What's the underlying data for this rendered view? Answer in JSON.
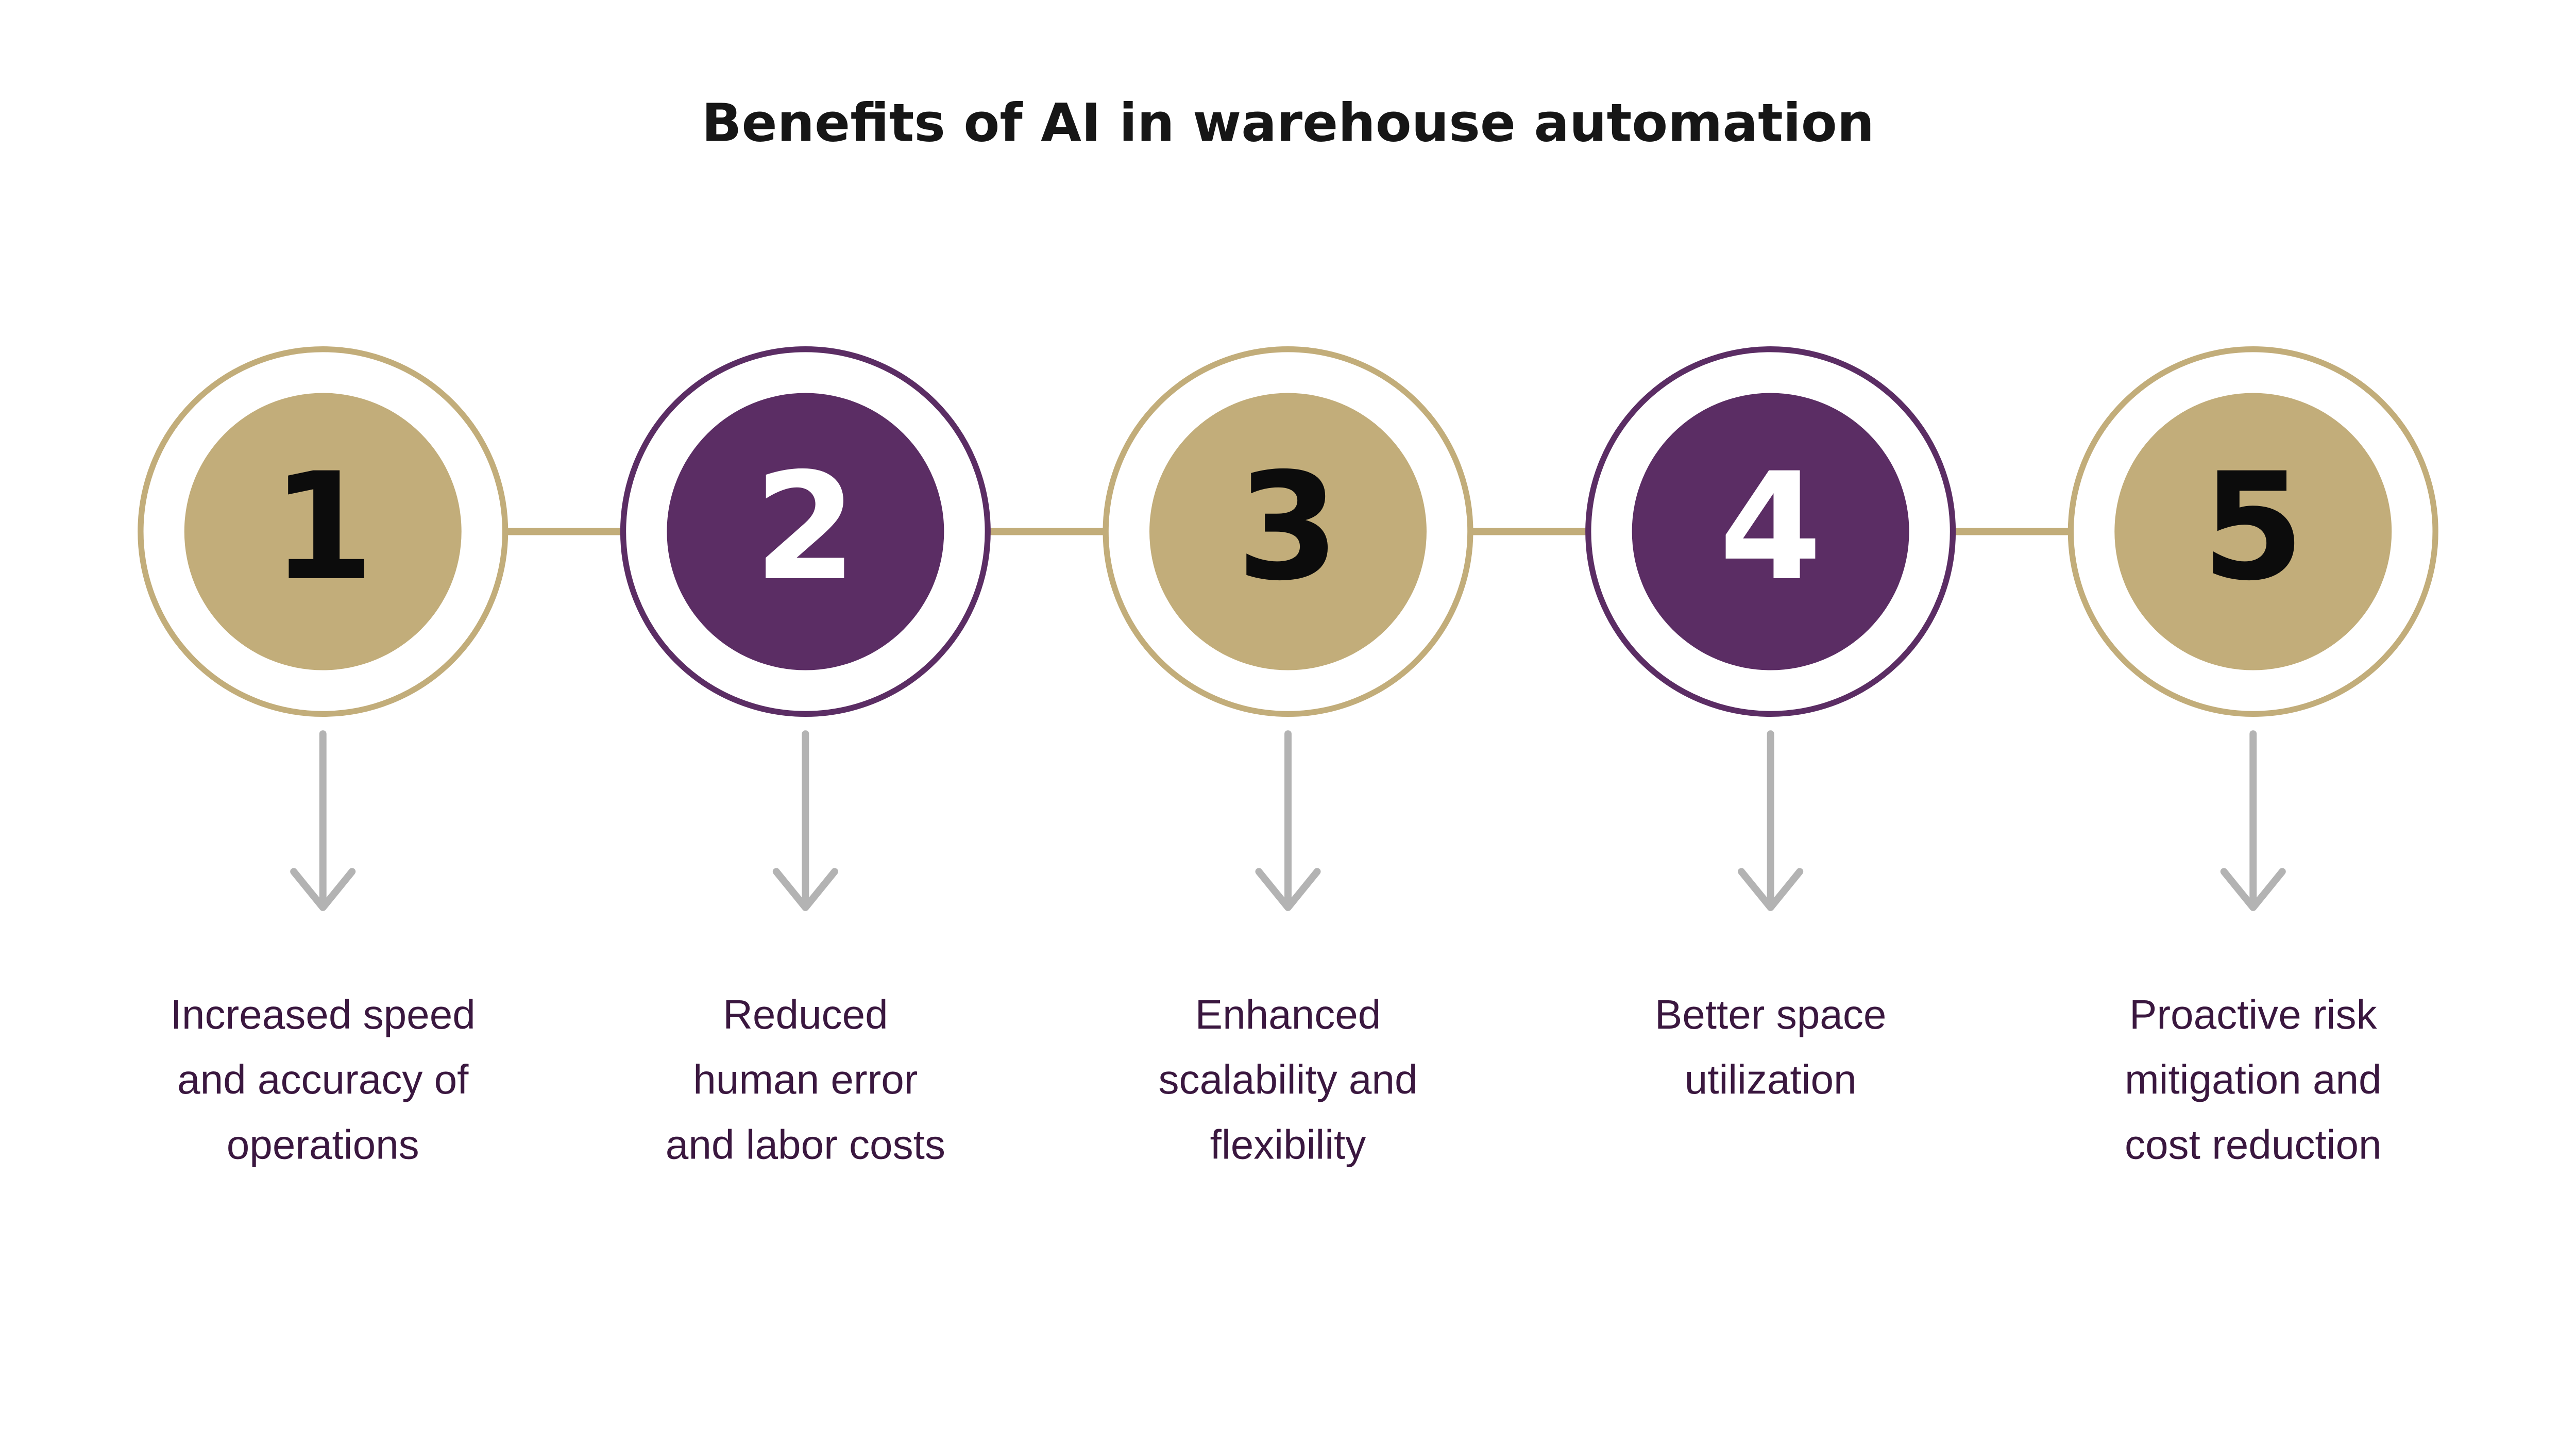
{
  "title": "Benefits of AI in warehouse automation",
  "colors": {
    "background": "#ffffff",
    "gold": "#c2ad7a",
    "purple": "#5b2d64",
    "connector": "#c2ad7a",
    "arrow_gray": "#b3b3b3",
    "title_text": "#161616",
    "label_text": "#3a173f",
    "number_on_gold": "#0c0c0c",
    "number_on_purple": "#ffffff"
  },
  "steps": [
    {
      "number": "1",
      "theme": "gold",
      "label": "Increased speed\nand accuracy of\noperations"
    },
    {
      "number": "2",
      "theme": "purple",
      "label": "Reduced\nhuman error\nand labor costs"
    },
    {
      "number": "3",
      "theme": "gold",
      "label": "Enhanced\nscalability and\nflexibility"
    },
    {
      "number": "4",
      "theme": "purple",
      "label": "Better space\nutilization"
    },
    {
      "number": "5",
      "theme": "gold",
      "label": "Proactive risk\nmitigation and\ncost reduction"
    }
  ]
}
